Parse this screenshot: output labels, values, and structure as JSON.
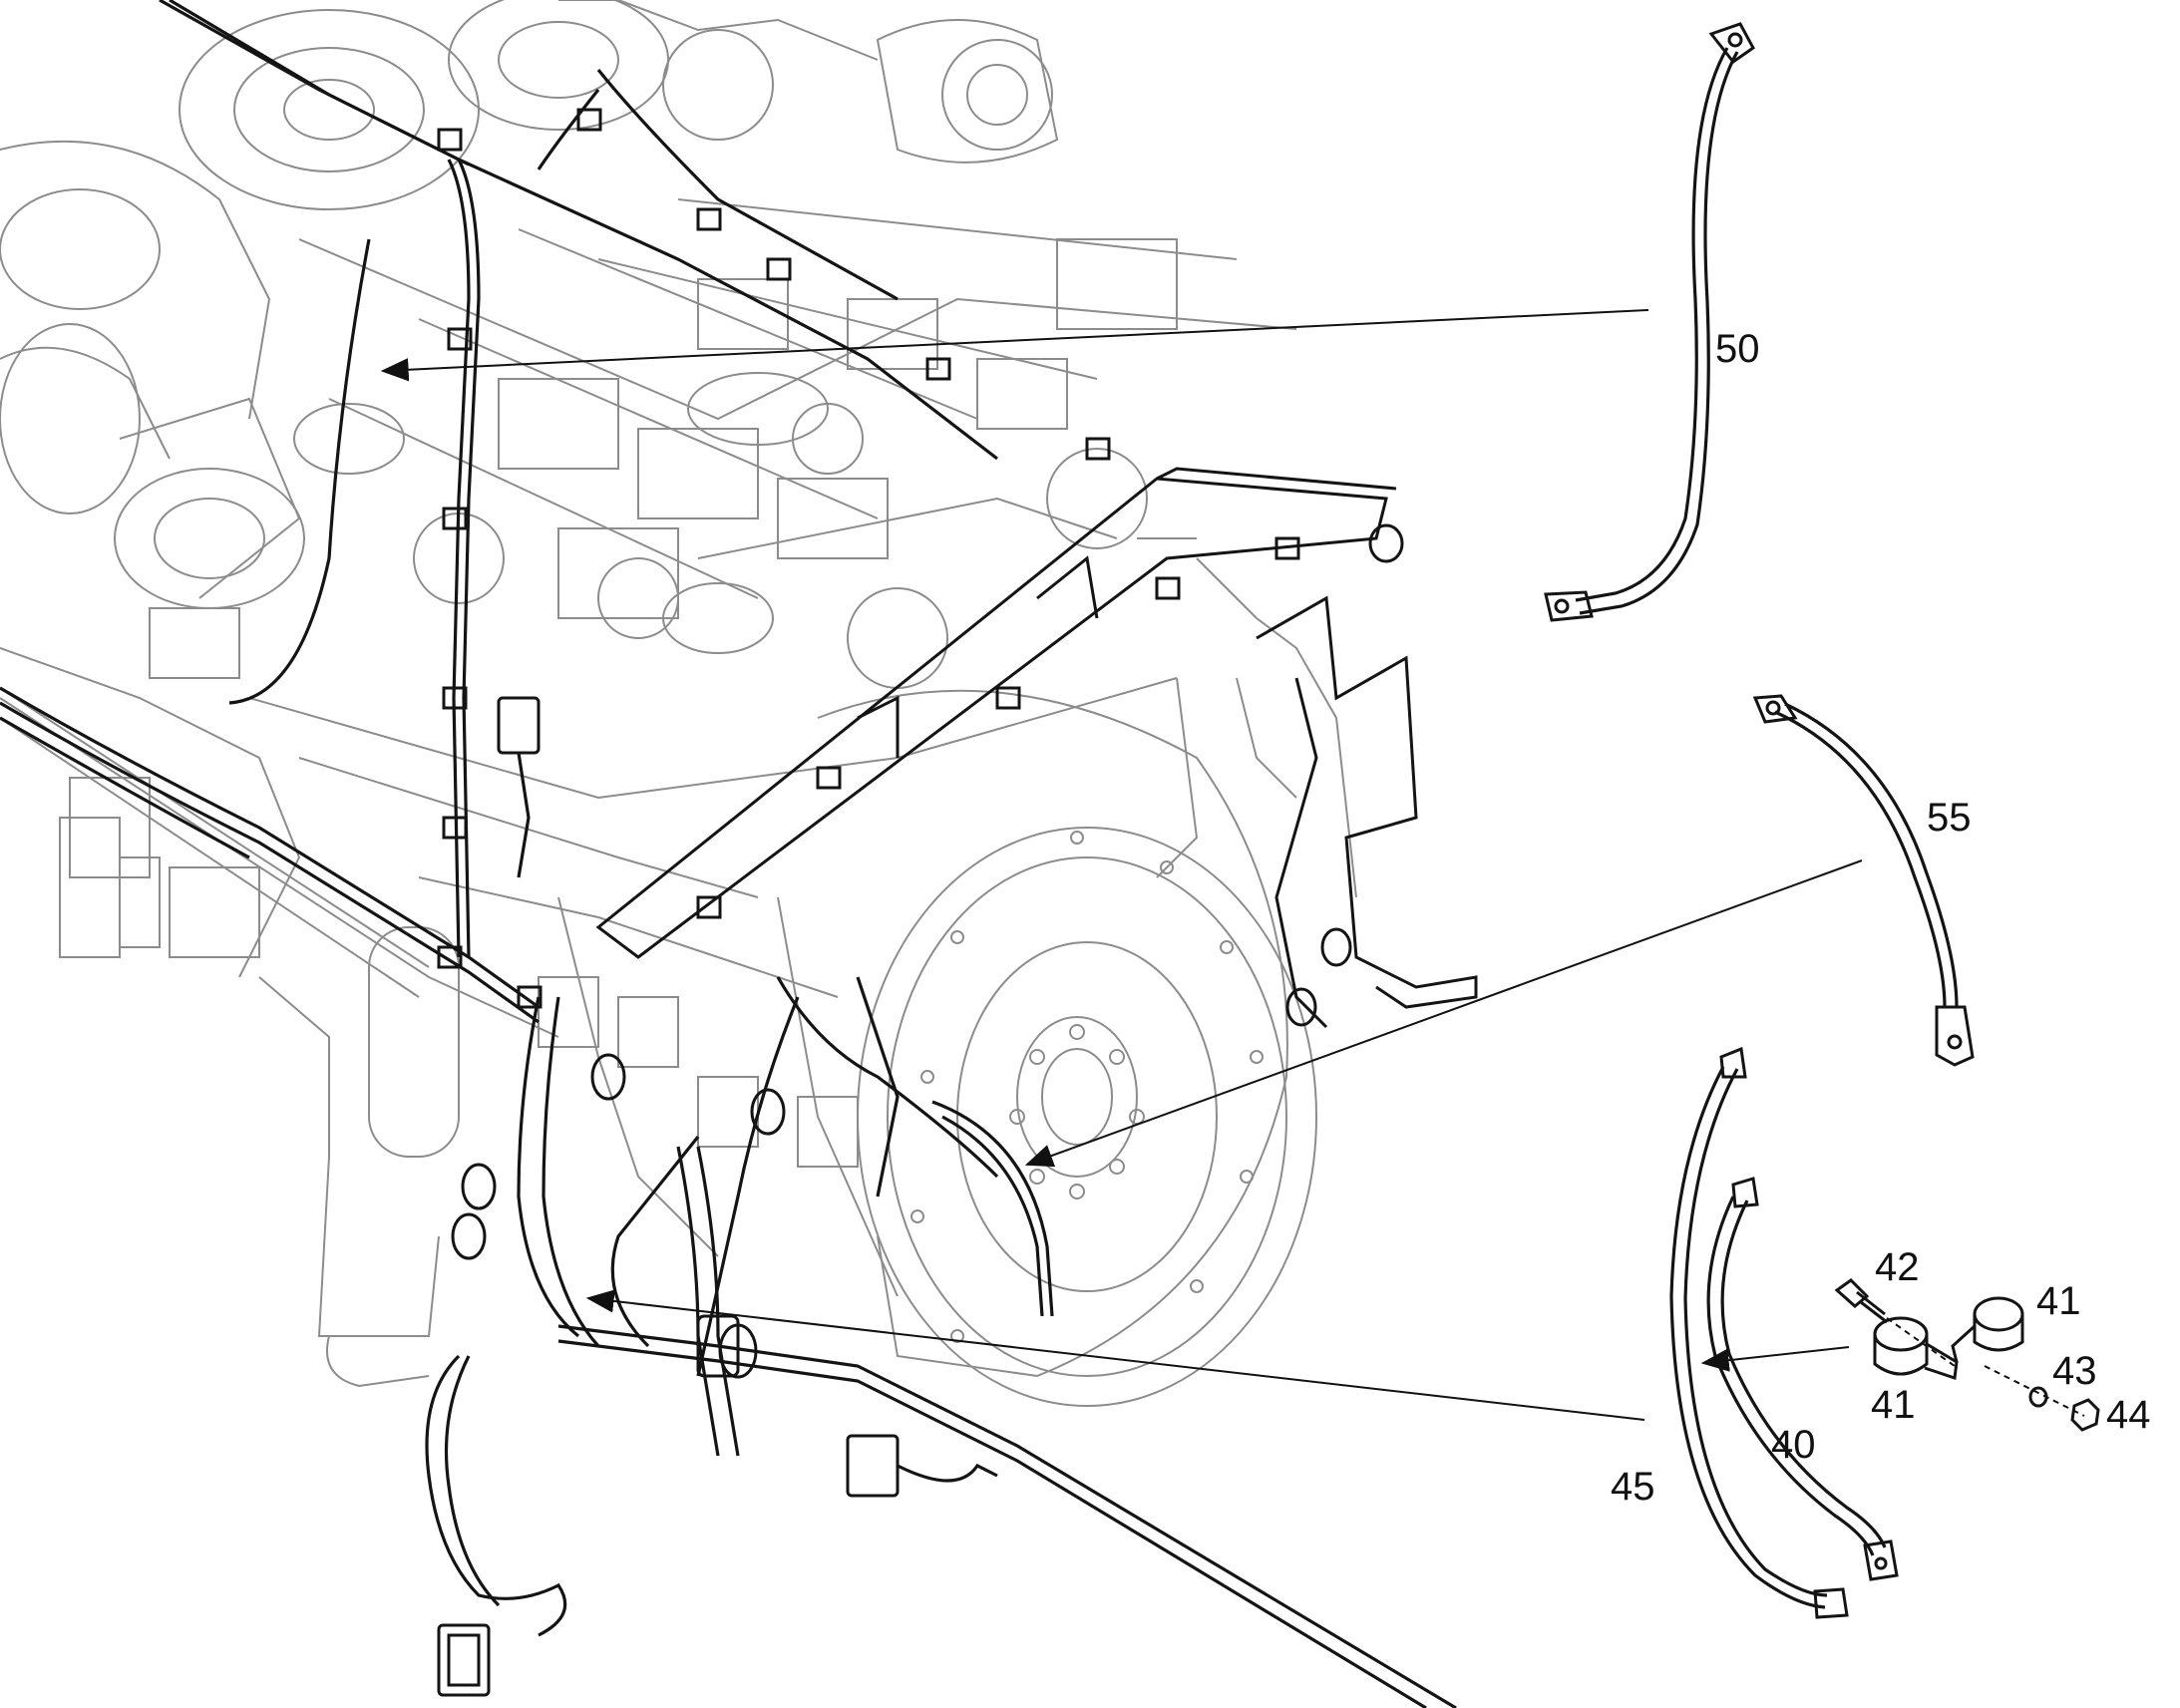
{
  "callouts": {
    "c50": "50",
    "c55": "55",
    "c42": "42",
    "c41a": "41",
    "c41b": "41",
    "c43": "43",
    "c44": "44",
    "c40": "40",
    "c45": "45"
  },
  "colors": {
    "ink": "#141414",
    "engine_line": "#8c8c8c",
    "background": "#ffffff"
  }
}
